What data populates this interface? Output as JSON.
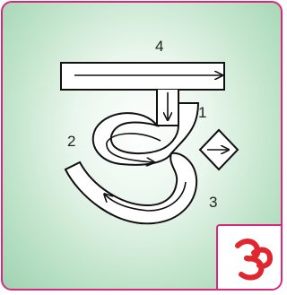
{
  "strokes": [
    {
      "order": "1",
      "direction": "down"
    },
    {
      "order": "2",
      "direction": "right"
    },
    {
      "order": "3",
      "direction": "left"
    },
    {
      "order": "4",
      "direction": "right"
    }
  ],
  "colors": {
    "border": "#d8287c",
    "stroke_fill": "#ffffff",
    "stroke_outline": "#111111",
    "logo": "#e0262e"
  },
  "logo": {
    "icon": "hindi-letter-logo-icon"
  }
}
